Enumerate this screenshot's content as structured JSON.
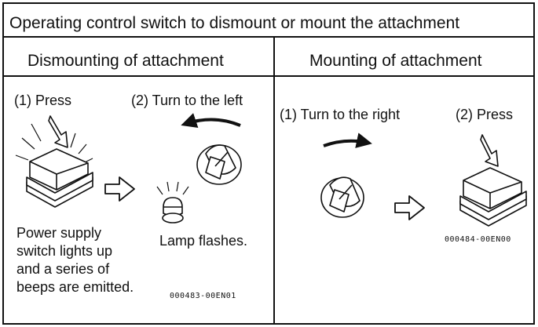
{
  "title": "Operating control switch to dismount or mount the attachment",
  "dismount": {
    "heading": "Dismounting of attachment",
    "step1": "(1) Press",
    "step2": "(2) Turn to the left",
    "lamp_note": "Lamp flashes.",
    "power_note_lines": [
      "Power supply",
      "switch lights up",
      "and a series of",
      "beeps are emitted."
    ],
    "code": "000483-00EN01"
  },
  "mount": {
    "heading": "Mounting of attachment",
    "step1": "(1) Turn to the right",
    "step2": "(2) Press",
    "code": "000484-00EN00"
  }
}
